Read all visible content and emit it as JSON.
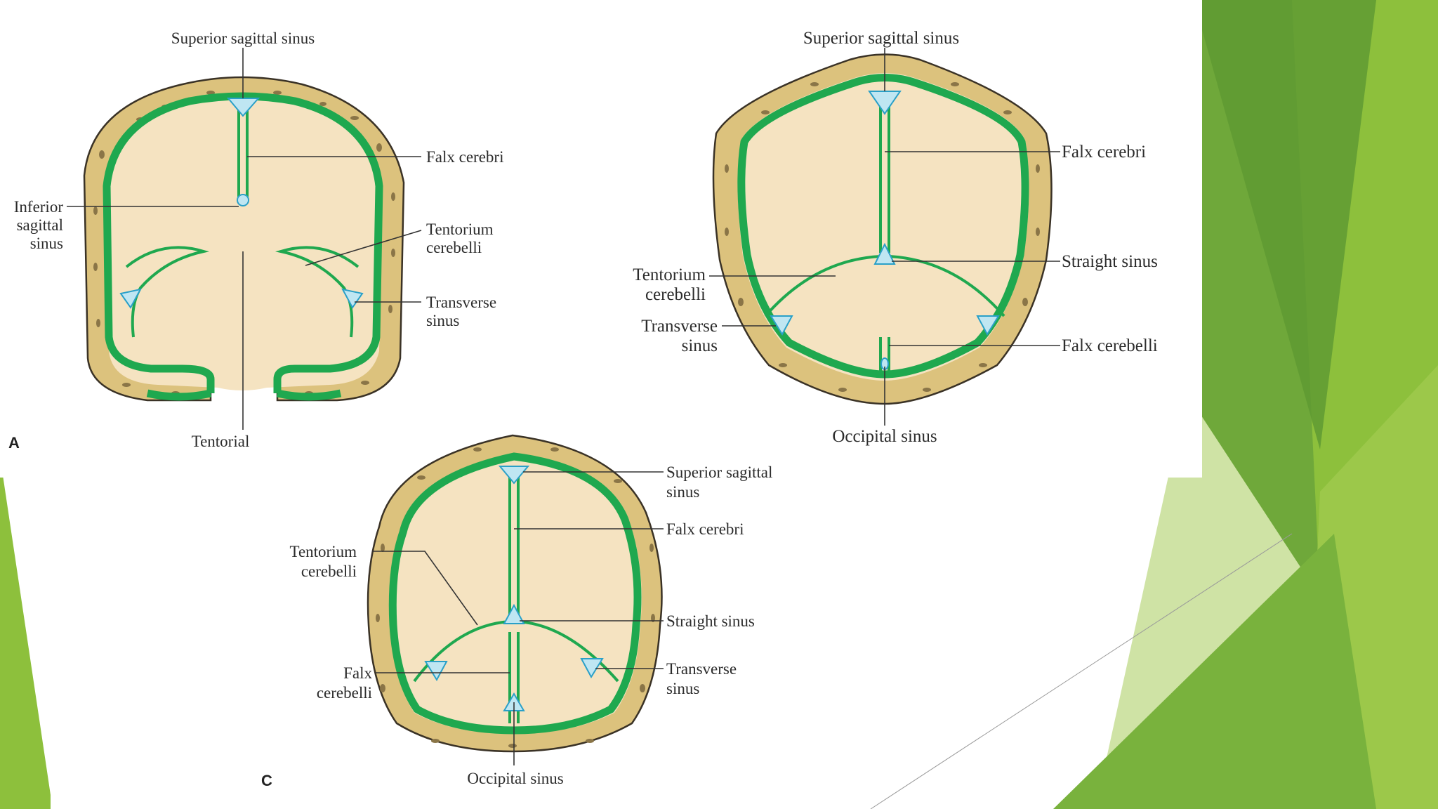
{
  "slide": {
    "background": "#ffffff",
    "accent_colors": [
      "#8dc03c",
      "#6fa83a",
      "#4f8a2a",
      "#cfe3a5"
    ]
  },
  "diagram_a": {
    "panel_letter": "A",
    "labels": {
      "superior_sagittal_sinus": "Superior sagittal sinus",
      "falx_cerebri": "Falx cerebri",
      "inferior_line1": "Inferior",
      "inferior_line2": "sagittal",
      "inferior_line3": "sinus",
      "tentorium_line1": "Tentorium",
      "tentorium_line2": "cerebelli",
      "transverse_line1": "Transverse",
      "transverse_line2": "sinus",
      "tentorial": "Tentorial"
    }
  },
  "diagram_b": {
    "labels": {
      "superior_sagittal_sinus": "Superior sagittal sinus",
      "falx_cerebri": "Falx cerebri",
      "straight_sinus": "Straight sinus",
      "tentorium_line1": "Tentorium",
      "tentorium_line2": "cerebelli",
      "transverse_line1": "Transverse",
      "transverse_line2": "sinus",
      "falx_cerebelli": "Falx cerebelli",
      "occipital_sinus": "Occipital sinus"
    }
  },
  "diagram_c": {
    "panel_letter": "C",
    "labels": {
      "superior_line1": "Superior sagittal",
      "superior_line2": "sinus",
      "falx_cerebri": "Falx cerebri",
      "tentorium_line1": "Tentorium",
      "tentorium_line2": "cerebelli",
      "straight_sinus": "Straight sinus",
      "falx_line1": "Falx",
      "falx_line2": "cerebelli",
      "transverse_line1": "Transverse",
      "transverse_line2": "sinus",
      "occipital_sinus": "Occipital sinus"
    }
  }
}
